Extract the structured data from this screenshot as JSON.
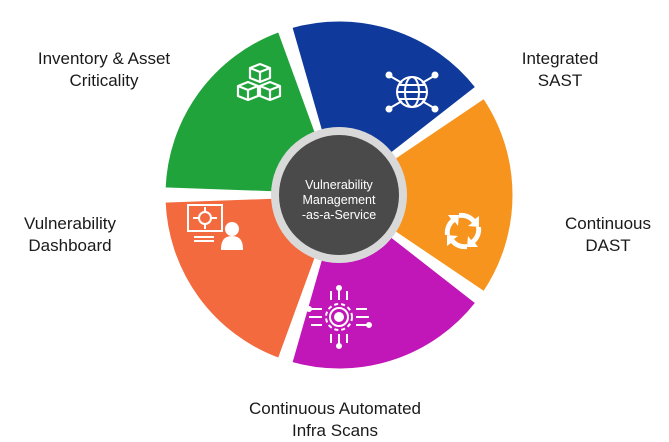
{
  "center": {
    "line1": "Vulnerability",
    "line2": "Management",
    "line3": "-as-a-Service"
  },
  "segments": [
    {
      "key": "inventory",
      "line1": "Inventory & Asset",
      "line2": "Criticality",
      "color": "#0f3a9c",
      "icon": "boxes-icon"
    },
    {
      "key": "sast",
      "line1": "Integrated",
      "line2": "SAST",
      "color": "#f7941d",
      "icon": "globe-network-icon"
    },
    {
      "key": "dast",
      "line1": "Continuous",
      "line2": "DAST",
      "color": "#c116b8",
      "icon": "refresh-cycle-icon"
    },
    {
      "key": "infra",
      "line1": "Continuous Automated",
      "line2": "Infra Scans",
      "color": "#f26a3d",
      "icon": "gear-chip-icon"
    },
    {
      "key": "dashboard",
      "line1": "Vulnerability",
      "line2": "Dashboard",
      "color": "#1fa33a",
      "icon": "dashboard-user-icon"
    }
  ],
  "colors": {
    "center_fill": "#4a4a4a",
    "center_ring": "#d9d9d9"
  }
}
